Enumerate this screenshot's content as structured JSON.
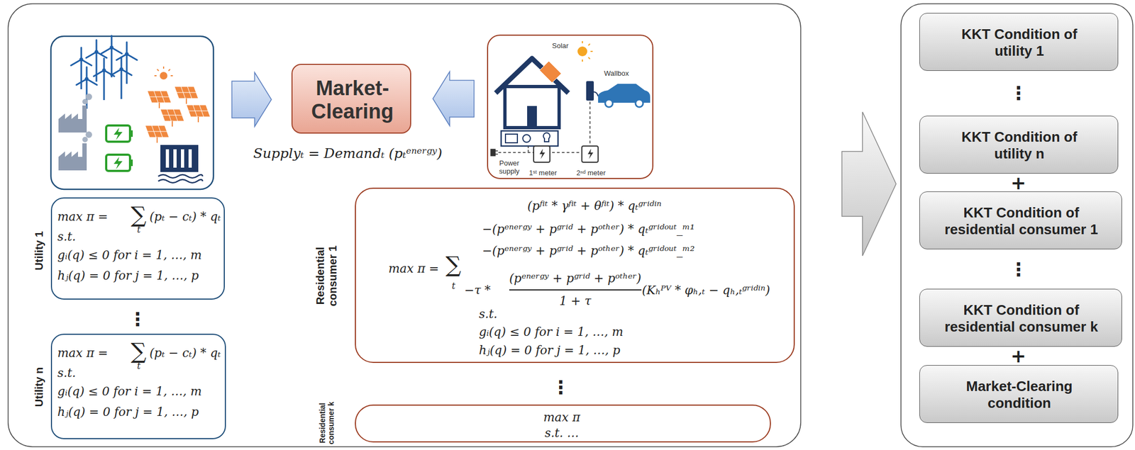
{
  "diagram": {
    "nodes": [
      {
        "text": [
          "Market-Clearing"
        ]
      },
      {
        "text": [
          "Solar",
          "Wallbox",
          "Power supply",
          "1ˢᵗ meter",
          "2ⁿᵈ meter"
        ]
      },
      {
        "text": [
          "Utility 1",
          "max π =",
          "∑",
          "t",
          "(pₜ − cₜ) * qₜ",
          "s.t.",
          "gᵢ(q) ≤ 0 for i = 1, …, m",
          "hⱼ(q) = 0 for j = 1, …, p"
        ]
      },
      {
        "text": [
          "Utility n",
          "max π =",
          "∑",
          "t",
          "(pₜ − cₜ) * qₜ",
          "s.t.",
          "gᵢ(q) ≤ 0 for i = 1, …, m",
          "hⱼ(q) = 0 for j = 1, …, p"
        ]
      },
      {
        "text": [
          "Residential consumer 1",
          "max π =",
          "∑",
          "t",
          "(pᶠⁱᵗ * γᶠⁱᵗ + θᶠⁱᵗ) * qₜᵍʳⁱᵈⁱⁿ",
          "−(pᵉⁿᵉʳᵍʸ + pᵍʳⁱᵈ + pᵒᵗʰᵉʳ) * qₜᵍʳⁱᵈᵒᵘᵗ_ᵐ¹",
          "−(pᵉⁿᵉʳᵍʸ + pᵍʳⁱᵈ + pᵒᵗʰᵉʳ) * qₜᵍʳⁱᵈᵒᵘᵗ_ᵐ²",
          "−τ *",
          "(pᵉⁿᵉʳᵍʸ + pᵍʳⁱᵈ + pᵒᵗʰᵉʳ)",
          "1 + τ",
          "(Kₕᴾⱽ * φₕ,ₜ − qₕ,ₜᵍʳⁱᵈⁱⁿ)",
          "s.t.",
          "gᵢ(q) ≤ 0 for i = 1, …, m",
          "hⱼ(q) = 0 for j = 1, …, p"
        ]
      },
      {
        "text": [
          "Residential consumer k",
          "max π",
          "s.t. …"
        ]
      },
      {
        "text": [
          "KKT Condition of utility 1"
        ]
      },
      {
        "text": [
          "KKT Condition of utility n"
        ]
      },
      {
        "text": [
          "KKT Condition of residential consumer 1"
        ]
      },
      {
        "text": [
          "KKT Condition of residential consumer k"
        ]
      },
      {
        "text": [
          "Market-Clearing condition"
        ]
      }
    ],
    "edges": [
      {
        "from": 1,
        "to": 0,
        "arrow": "to"
      }
    ],
    "labels": [
      "Supplyₜ = Demandₜ (pₜᵉⁿᵉʳᵍʸ)",
      "⋮",
      "⋮",
      "⋮",
      "+",
      "⋮",
      "+"
    ]
  }
}
